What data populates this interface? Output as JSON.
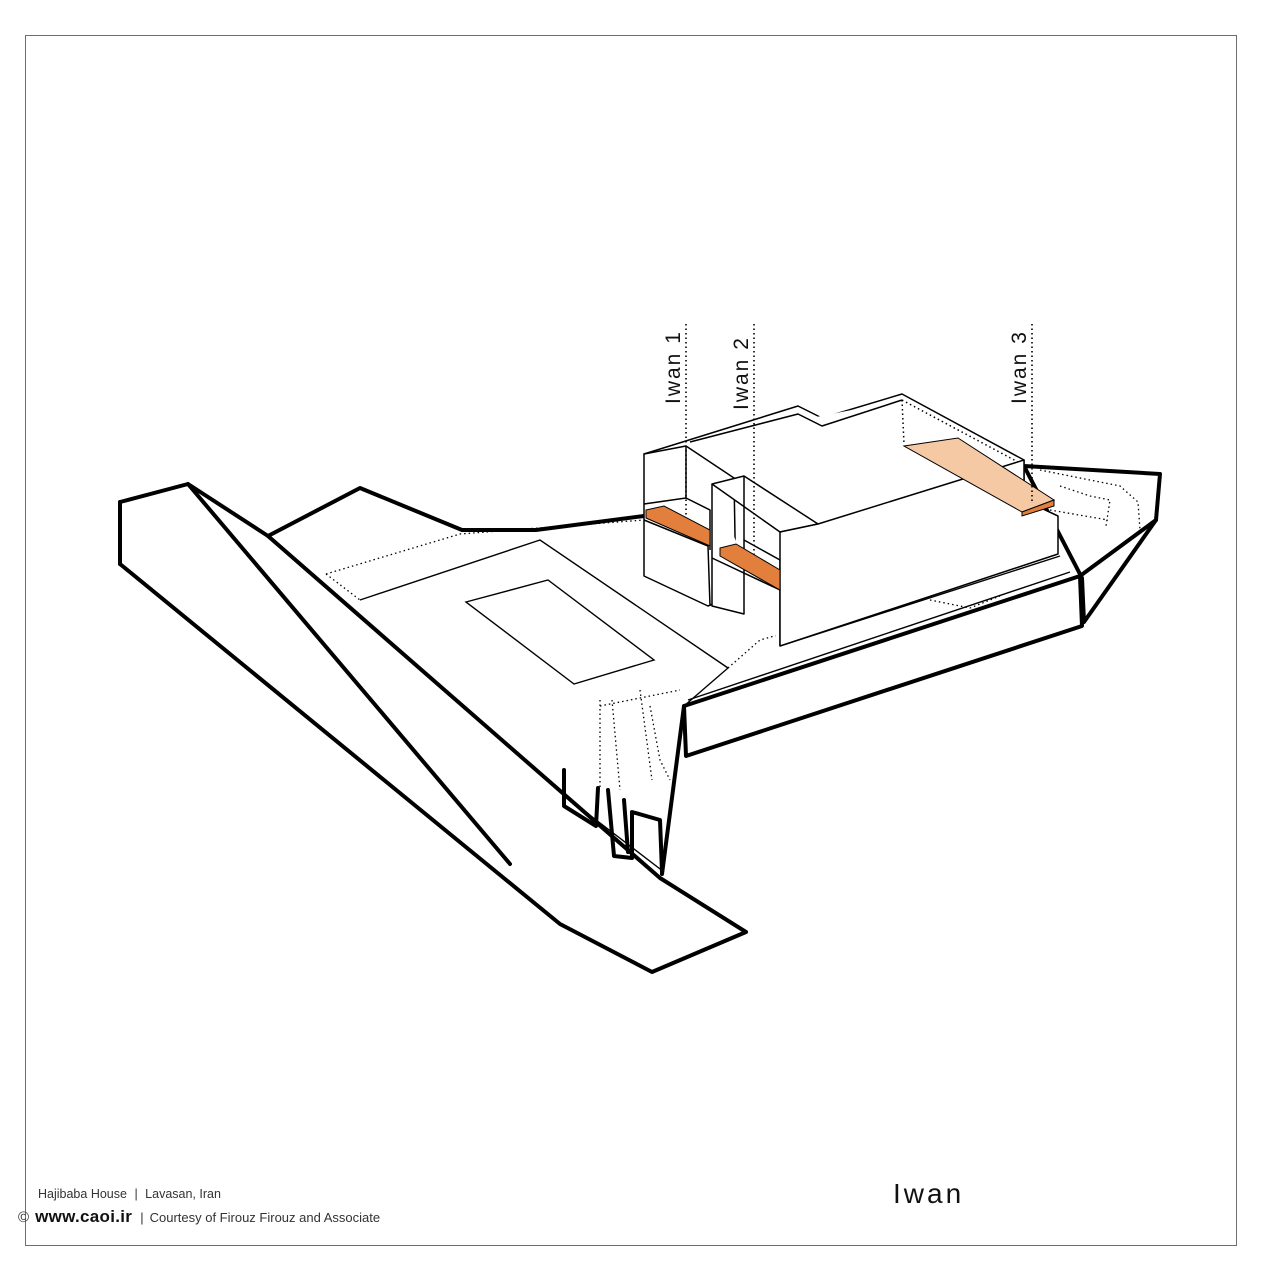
{
  "labels": {
    "iwan1": "Iwan 1",
    "iwan2": "Iwan 2",
    "iwan3": "Iwan 3"
  },
  "title": "Iwan",
  "footer": {
    "project": "Hajibaba House",
    "separator": "|",
    "location": "Lavasan, Iran",
    "copyright_symbol": "©",
    "website": "www.caoi.ir",
    "courtesy": "Courtesy of Firouz Firouz and Associate"
  },
  "colors": {
    "line": "#000000",
    "iwan_dark": "#e37f3c",
    "iwan_light": "#f5c9a4",
    "frame": "#6e6e6e"
  }
}
